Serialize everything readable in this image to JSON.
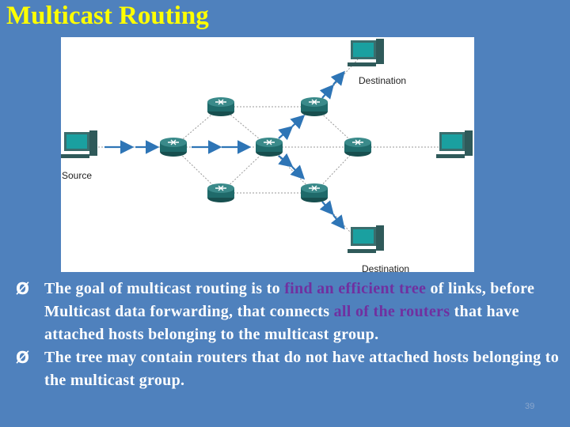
{
  "slide": {
    "title": "Multicast Routing",
    "slide_number": "39"
  },
  "diagram": {
    "labels": {
      "source": "Source",
      "destination_top": "Destination",
      "destination_bottom": "Destination"
    }
  },
  "bullets": [
    {
      "marker": "Ø",
      "parts": [
        {
          "text": "The goal of multicast routing is to ",
          "highlight": false
        },
        {
          "text": "find an efficient tree",
          "highlight": true
        },
        {
          "text": " of links, before Multicast data forwarding",
          "highlight": false
        },
        {
          "text": ", that connects ",
          "highlight": false
        },
        {
          "text": "all of the routers",
          "highlight": true
        },
        {
          "text": " that have attached hosts belonging to the multicast group.",
          "highlight": false
        }
      ]
    },
    {
      "marker": "Ø",
      "parts": [
        {
          "text": "The tree may contain routers that do not have attached hosts belonging to the multicast group",
          "highlight": false
        },
        {
          "text": ".",
          "highlight": false
        }
      ]
    }
  ],
  "colors": {
    "background": "#4f81bd",
    "title": "#ffff00",
    "highlight": "#7030a0",
    "arrow": "#2e75b6",
    "router": "#1f6a6a"
  }
}
